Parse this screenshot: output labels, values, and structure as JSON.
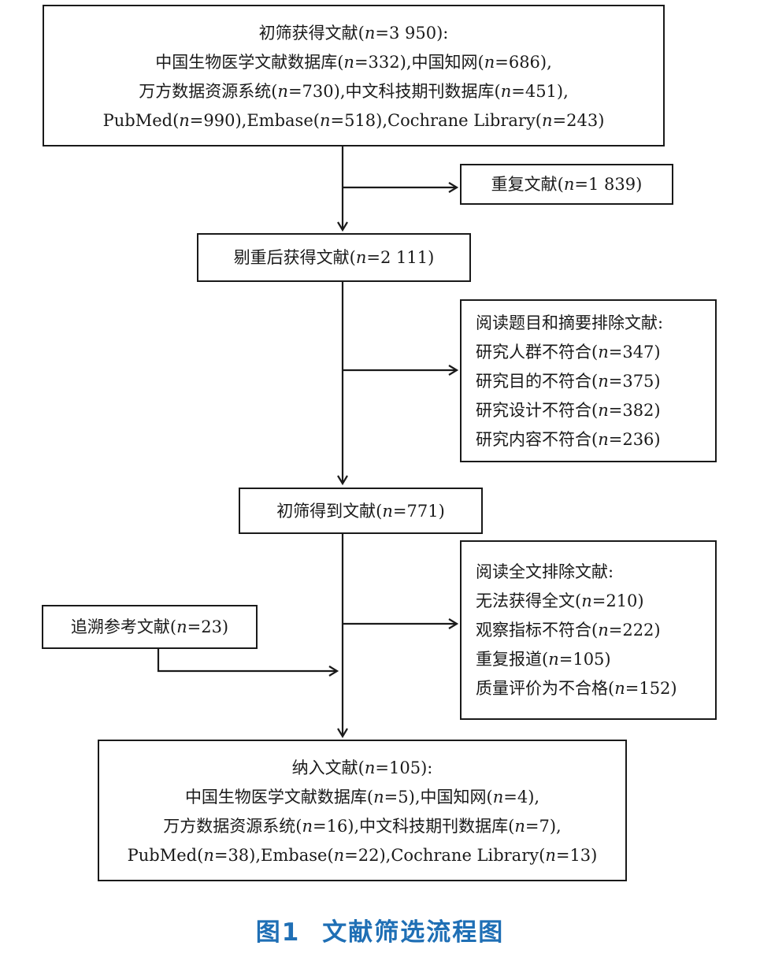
{
  "flowchart": {
    "initial_search": {
      "lines": [
        "初筛获得文献(<i>n</i>=3 950):",
        "中国生物医学文献数据库(<i>n</i>=332),中国知网(<i>n</i>=686),",
        "万方数据资源系统(<i>n</i>=730),中文科技期刊数据库(<i>n</i>=451),",
        "PubMed(<i>n</i>=990),Embase(<i>n</i>=518),Cochrane Library(<i>n</i>=243)"
      ]
    },
    "duplicates": {
      "lines": [
        "重复文献(<i>n</i>=1 839)"
      ]
    },
    "after_dedup": {
      "lines": [
        "剔重后获得文献(<i>n</i>=2 111)"
      ]
    },
    "title_abstract_excluded": {
      "lines": [
        "阅读题目和摘要排除文献:",
        "研究人群不符合(<i>n</i>=347)",
        "研究目的不符合(<i>n</i>=375)",
        "研究设计不符合(<i>n</i>=382)",
        "研究内容不符合(<i>n</i>=236)"
      ]
    },
    "after_screening": {
      "lines": [
        "初筛得到文献(<i>n</i>=771)"
      ]
    },
    "fulltext_excluded": {
      "lines": [
        "阅读全文排除文献:",
        "无法获得全文(<i>n</i>=210)",
        "观察指标不符合(<i>n</i>=222)",
        "重复报道(<i>n</i>=105)",
        "质量评价为不合格(<i>n</i>=152)"
      ]
    },
    "references_traced": {
      "lines": [
        "追溯参考文献(<i>n</i>=23)"
      ]
    },
    "included": {
      "lines": [
        "纳入文献(<i>n</i>=105):",
        "中国生物医学文献数据库(<i>n</i>=5),中国知网(<i>n</i>=4),",
        "万方数据资源系统(<i>n</i>=16),中文科技期刊数据库(<i>n</i>=7),",
        "PubMed(<i>n</i>=38),Embase(<i>n</i>=22),Cochrane Library(<i>n</i>=13)"
      ]
    }
  },
  "caption": {
    "number": "图1",
    "title": "文献筛选流程图"
  },
  "colors": {
    "line": "#1a1a1a",
    "caption": "#1f6fb5"
  }
}
